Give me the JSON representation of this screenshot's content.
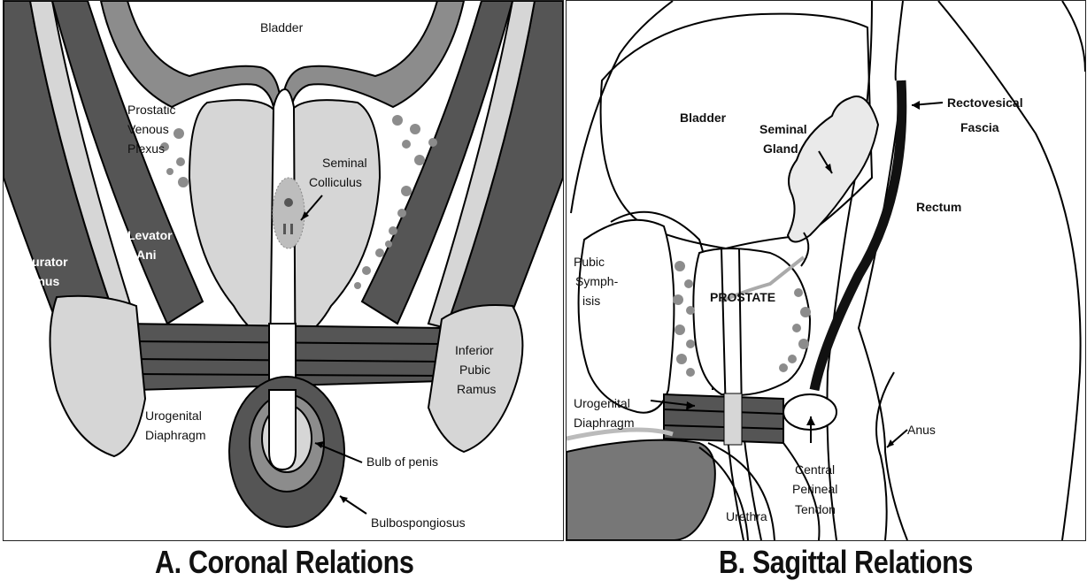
{
  "panel_a": {
    "caption": "A. Coronal Relations",
    "labels": {
      "bladder": "Bladder",
      "prostatic_1": "Prostatic",
      "prostatic_2": "Venous",
      "prostatic_3": "Plexus",
      "seminal_1": "Seminal",
      "seminal_2": "Colliculus",
      "levator_1": "Levator",
      "levator_2": "Ani",
      "obturator_1": "Obturator",
      "obturator_2": "Internus",
      "inferior_1": "Inferior",
      "inferior_2": "Pubic",
      "inferior_3": "Ramus",
      "urogenital_1": "Urogenital",
      "urogenital_2": "Diaphragm",
      "bulb": "Bulb of penis",
      "bulbospongiosus": "Bulbospongiosus"
    }
  },
  "panel_b": {
    "caption": "B. Sagittal Relations",
    "labels": {
      "bladder": "Bladder",
      "seminal_1": "Seminal",
      "seminal_2": "Gland",
      "rectovesical_1": "Rectovesical",
      "rectovesical_2": "Fascia",
      "rectum": "Rectum",
      "pubic_1": "Pubic",
      "pubic_2": "Symph-",
      "pubic_3": "isis",
      "prostate": "PROSTATE",
      "urogenital_1": "Urogenital",
      "urogenital_2": "Diaphragm",
      "anus": "Anus",
      "central_1": "Central",
      "central_2": "Perineal",
      "central_3": "Tendon",
      "urethra": "Urethra"
    }
  },
  "colors": {
    "dark_gray": "#555555",
    "mid_gray": "#8c8c8c",
    "light_gray": "#d6d6d6",
    "outline": "#000000"
  }
}
